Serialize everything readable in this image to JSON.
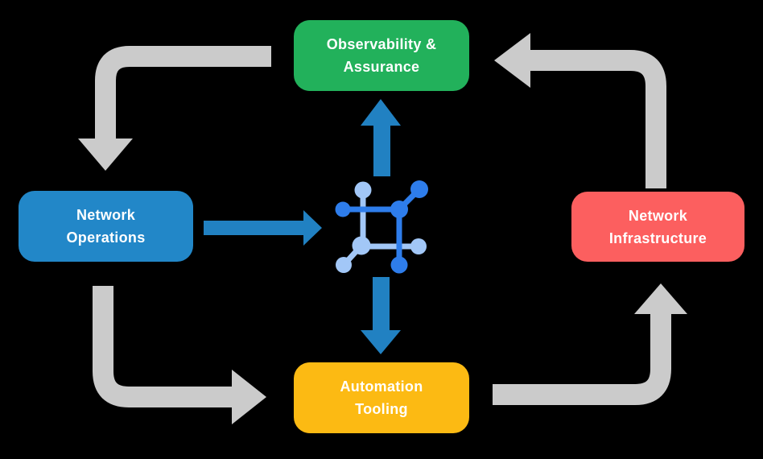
{
  "diagram": {
    "nodes": {
      "observability": {
        "label": "Observability &\nAssurance",
        "color": "#22B15B"
      },
      "operations": {
        "label": "Network\nOperations",
        "color": "#2287C8"
      },
      "infrastructure": {
        "label": "Network\nInfrastructure",
        "color": "#FC5F5F"
      },
      "automation": {
        "label": "Automation\nTooling",
        "color": "#FCBA13"
      }
    },
    "colors": {
      "background": "#000000",
      "cycle_arrow": "#CBCBCB",
      "flow_arrow": "#2181C2",
      "icon_dark": "#2E7DEB",
      "icon_light": "#A2C7F7",
      "label_text": "#FFFFFF"
    },
    "center_icon": {
      "name": "network-fabric-icon"
    },
    "flow": {
      "cycle": [
        "observability -> operations",
        "operations -> automation",
        "automation -> infrastructure",
        "infrastructure -> observability"
      ],
      "center": [
        "operations -> center",
        "center -> observability",
        "center -> automation"
      ]
    }
  }
}
